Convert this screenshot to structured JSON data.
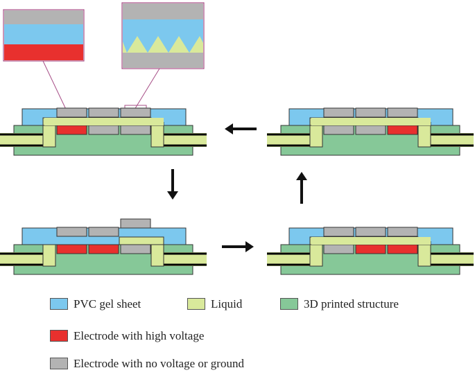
{
  "colors": {
    "pvc_gel_sheet": "#7cc8ee",
    "liquid": "#d9e99b",
    "printed_structure": "#86c898",
    "electrode_high_voltage": "#e8302e",
    "electrode_no_voltage": "#b3b3b3",
    "callout_border": "#a64d86"
  },
  "legend": {
    "pvc": "PVC gel sheet",
    "liquid": "Liquid",
    "structure": "3D printed structure",
    "high_voltage": "Electrode with high voltage",
    "no_voltage": "Electrode with no voltage or ground"
  },
  "panels": [
    {
      "id": "top-left",
      "top": [
        "gray",
        "gray",
        "gray"
      ],
      "bottom": [
        "red",
        "gray",
        "gray"
      ],
      "liquid_side": "left"
    },
    {
      "id": "top-right",
      "top": [
        "gray",
        "gray",
        "gray"
      ],
      "bottom": [
        "gray",
        "gray",
        "red"
      ],
      "liquid_side": "left"
    },
    {
      "id": "bottom-left",
      "top": [
        "gray",
        "gray",
        "gray"
      ],
      "bottom": [
        "red",
        "red",
        "gray"
      ],
      "liquid_side": "right"
    },
    {
      "id": "bottom-right",
      "top": [
        "gray",
        "gray",
        "gray"
      ],
      "bottom": [
        "gray",
        "red",
        "red"
      ],
      "liquid_side": "left"
    }
  ],
  "arrows": [
    "left",
    "down",
    "right",
    "up"
  ]
}
